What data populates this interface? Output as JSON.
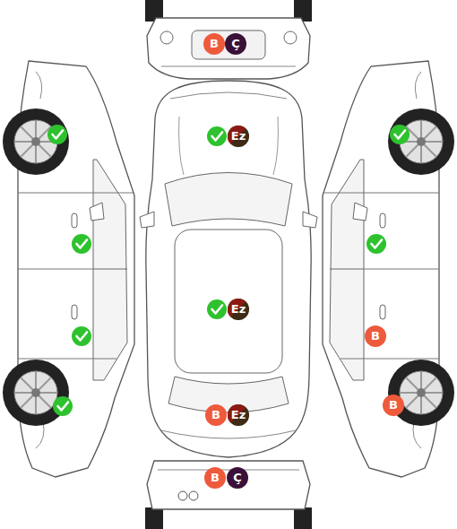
{
  "diagram": {
    "nodes": [
      {
        "text": [
          "B"
        ]
      },
      {
        "text": [
          "Ç"
        ]
      },
      {
        "text": [
          "Ez"
        ]
      },
      {
        "text": [
          "Ez"
        ]
      },
      {
        "text": [
          "B"
        ]
      },
      {
        "text": [
          "B"
        ]
      },
      {
        "text": [
          "B"
        ]
      },
      {
        "text": [
          "Ez"
        ]
      },
      {
        "text": [
          "B"
        ]
      },
      {
        "text": [
          "Ç"
        ]
      }
    ]
  }
}
